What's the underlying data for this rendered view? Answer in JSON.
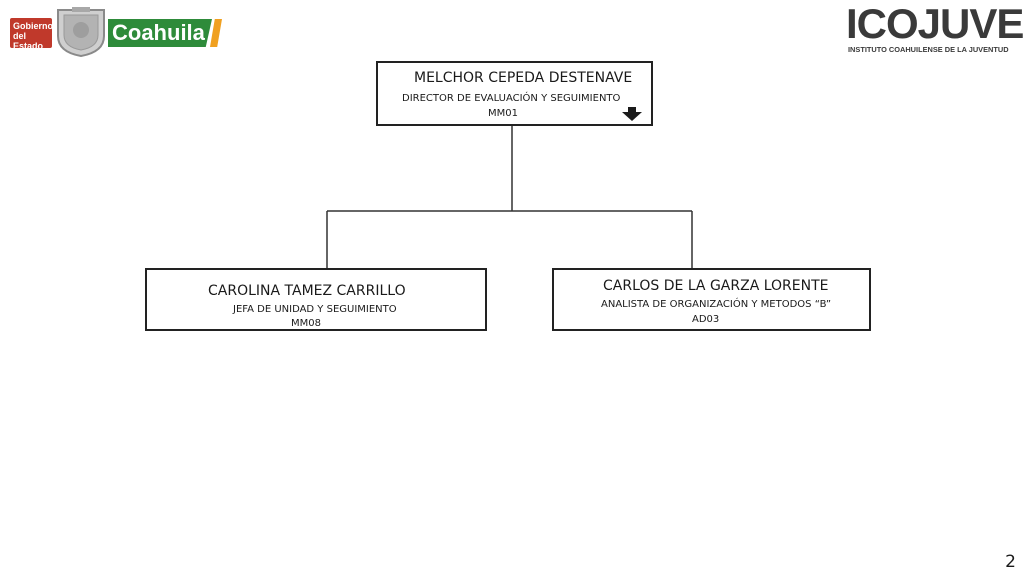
{
  "header": {
    "gobierno_logo": {
      "badge_text": "Gobierno del Estado",
      "wordmark": "Coahuila",
      "colors": {
        "red": "#c0392b",
        "green": "#2e8b3a",
        "orange": "#f0a020"
      }
    },
    "icojuve_logo": {
      "wordmark": "ICOJUVE",
      "tagline": "INSTITUTO COAHUILENSE DE LA JUVENTUD"
    }
  },
  "org_chart": {
    "root": {
      "name": "MELCHOR CEPEDA DESTENAVE",
      "title": "DIRECTOR DE EVALUACIÓN Y SEGUIMIENTO",
      "code": "MM01",
      "icon": "arrow-down-icon"
    },
    "children": [
      {
        "name": "CAROLINA TAMEZ CARRILLO",
        "title": "JEFA DE UNIDAD  Y SEGUIMIENTO",
        "code": "MM08"
      },
      {
        "name": "CARLOS DE LA GARZA LORENTE",
        "title": "ANALISTA DE ORGANIZACIÓN Y METODOS “B”",
        "code": "AD03"
      }
    ]
  },
  "footer": {
    "page_number": "2"
  }
}
